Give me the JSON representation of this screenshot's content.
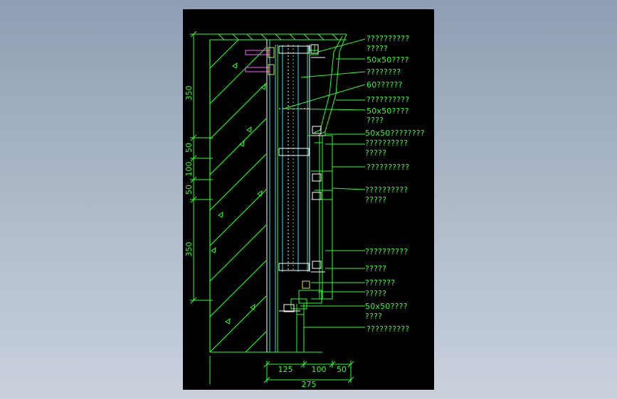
{
  "colors": {
    "background": "#a4b1c2",
    "canvas": "#000000",
    "green": "#2bff2b",
    "cyan": "#35e0e0",
    "white": "#ffffff",
    "orange": "#e8a040",
    "yellow": "#e0e040"
  },
  "annotations": [
    {
      "id": "a1",
      "line1": "??????????",
      "line2": "?????"
    },
    {
      "id": "a2",
      "line1": "50x50????",
      "line2": ""
    },
    {
      "id": "a3",
      "line1": "????????",
      "line2": ""
    },
    {
      "id": "a4",
      "line1": "60??????",
      "line2": ""
    },
    {
      "id": "a5",
      "line1": "??????????",
      "line2": ""
    },
    {
      "id": "a6",
      "line1": "50x50????",
      "line2": "????"
    },
    {
      "id": "a7",
      "line1": "50x50????????",
      "line2": ""
    },
    {
      "id": "a8",
      "line1": "??????????",
      "line2": "?????"
    },
    {
      "id": "a9",
      "line1": "??????????",
      "line2": ""
    },
    {
      "id": "a10",
      "line1": "??????????",
      "line2": "?????"
    },
    {
      "id": "a11",
      "line1": "??????????",
      "line2": ""
    },
    {
      "id": "a12",
      "line1": "?????",
      "line2": ""
    },
    {
      "id": "a13",
      "line1": "???????",
      "line2": ""
    },
    {
      "id": "a14",
      "line1": "?????",
      "line2": ""
    },
    {
      "id": "a15",
      "line1": "50x50????",
      "line2": "????"
    },
    {
      "id": "a16",
      "line1": "??????????",
      "line2": ""
    }
  ],
  "vertical_dimensions": [
    "350",
    "50",
    "100",
    "50",
    "350"
  ],
  "horizontal_dimensions": {
    "top": [
      "125",
      "100",
      "50"
    ],
    "total": "275"
  }
}
